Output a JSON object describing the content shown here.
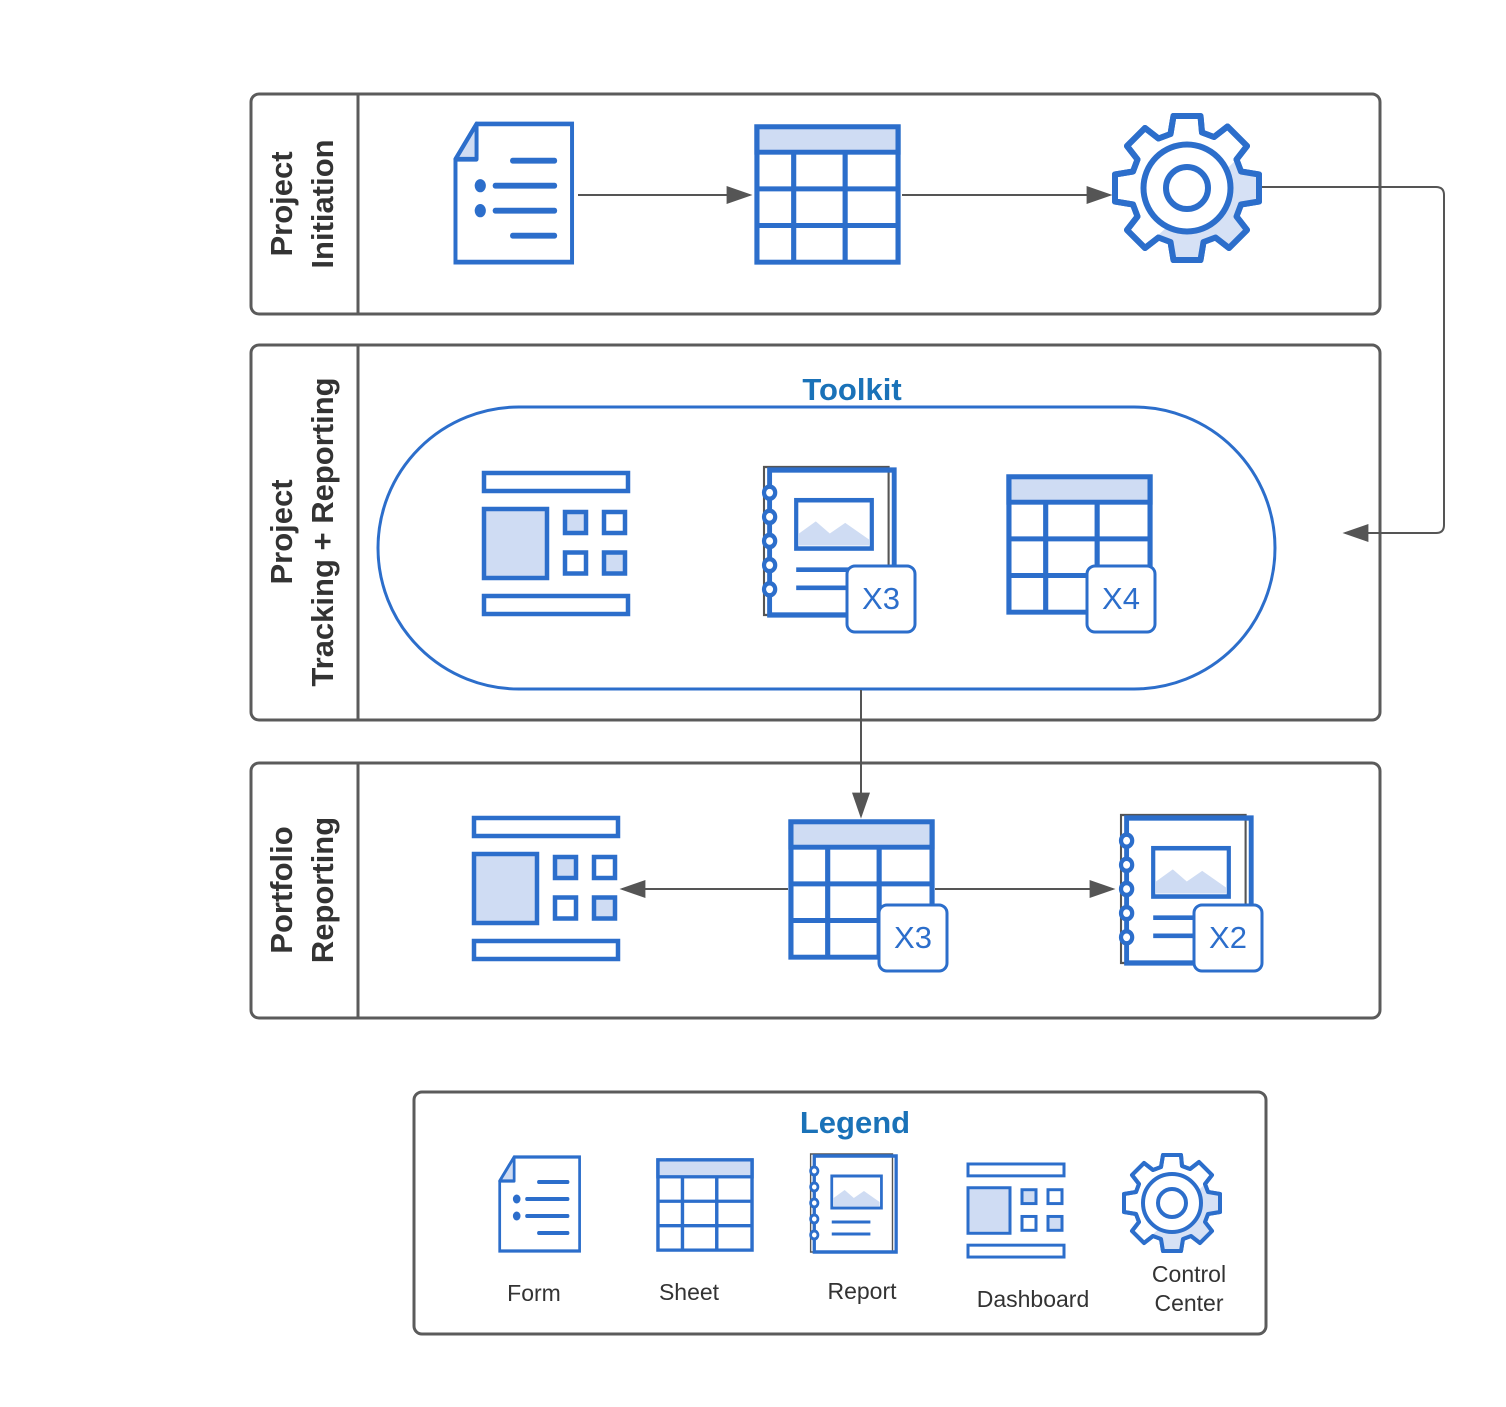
{
  "colors": {
    "primary": "#2c6ecb",
    "fill": "#cfdcf3",
    "frame": "#5b5b5b",
    "title_blue": "#1a72b8",
    "text": "#333333",
    "arrow": "#555555"
  },
  "lanes": [
    {
      "label_lines": [
        "Project",
        "Initiation"
      ]
    },
    {
      "label_lines": [
        "Project",
        "Tracking + Reporting"
      ]
    },
    {
      "label_lines": [
        "Portfolio",
        "Reporting"
      ]
    }
  ],
  "toolkit": {
    "title": "Toolkit",
    "report_badge": "X3",
    "sheet_badge": "X4"
  },
  "portfolio": {
    "sheet_badge": "X3",
    "report_badge": "X2"
  },
  "legend": {
    "title": "Legend",
    "items": [
      {
        "icon": "form-icon",
        "label_lines": [
          "Form"
        ]
      },
      {
        "icon": "sheet-icon",
        "label_lines": [
          "Sheet"
        ]
      },
      {
        "icon": "report-icon",
        "label_lines": [
          "Report"
        ]
      },
      {
        "icon": "dashboard-icon",
        "label_lines": [
          "Dashboard"
        ]
      },
      {
        "icon": "gear-icon",
        "label_lines": [
          "Control",
          "Center"
        ]
      }
    ]
  }
}
